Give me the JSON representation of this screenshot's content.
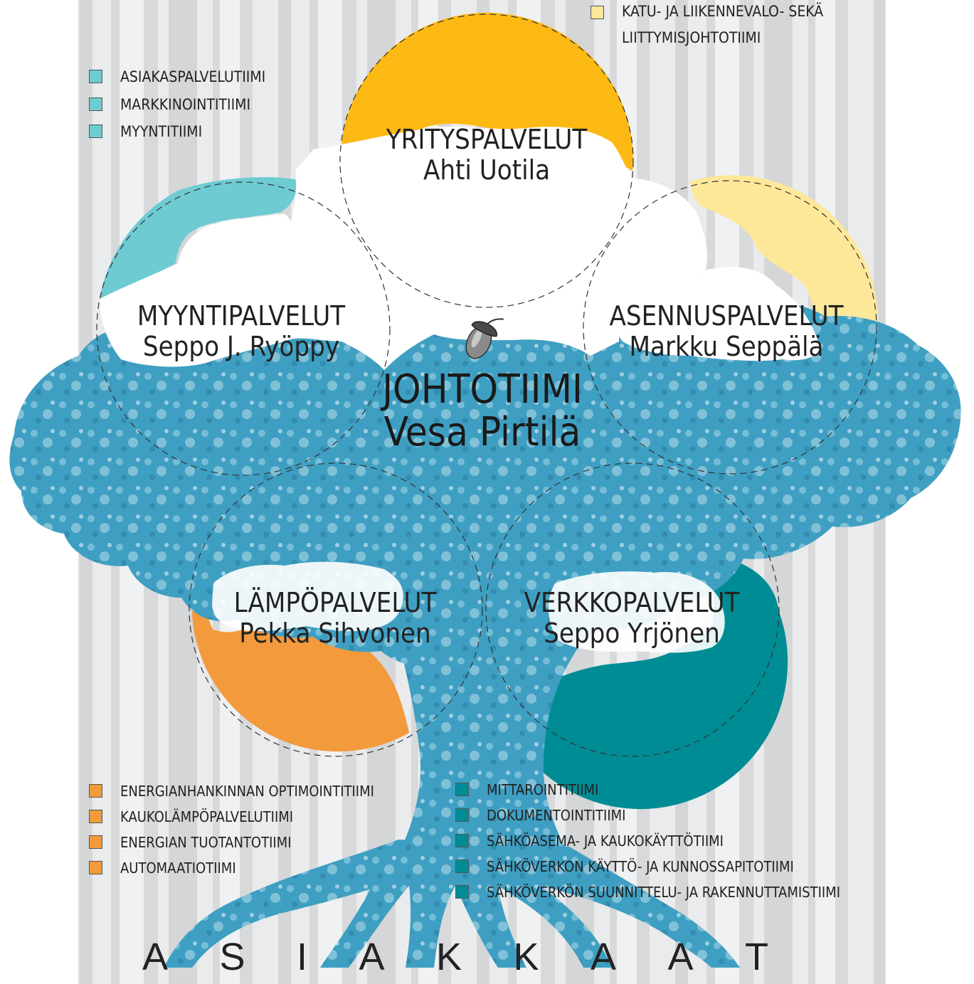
{
  "core": {
    "title": "JOHTOTIIMI",
    "name": "Vesa Pirtilä"
  },
  "units": [
    {
      "id": "yrityspalvelut",
      "title": "YRITYSPALVELUT",
      "name": "Ahti Uotila",
      "color": "#FDB913"
    },
    {
      "id": "myyntipalvelut",
      "title": "MYYNTIPALVELUT",
      "name": "Seppo J. Ryöppy",
      "color": "#6ECBD2"
    },
    {
      "id": "asennuspalvelut",
      "title": "ASENNUSPALVELUT",
      "name": "Markku Seppälä",
      "color": "#FDE89A"
    },
    {
      "id": "lampopalvelut",
      "title": "LÄMPÖPALVELUT",
      "name": "Pekka Sihvonen",
      "color": "#F39A3C"
    },
    {
      "id": "verkkopalvelut",
      "title": "VERKKOPALVELUT",
      "name": "Seppo Yrjönen",
      "color": "#008C95"
    }
  ],
  "legends": {
    "asennus": {
      "color": "#FDE89A",
      "items": [
        "KATU- JA LIIKENNEVALO- SEKÄ LIITTYMISJOHTOTIIMI"
      ]
    },
    "myynti": {
      "color": "#6ECBD2",
      "items": [
        "ASIAKASPALVELUTIIMI",
        "MARKKINOINTITIIMI",
        "MYYNTITIIMI"
      ]
    },
    "lampo": {
      "color": "#F39A3C",
      "items": [
        "ENERGIANHANKINNAN OPTIMOINTITIIMI",
        "KAUKOLÄMPÖPALVELUTIIMI",
        "ENERGIAN TUOTANTOTIIMI",
        "AUTOMAATIOTIIMI"
      ]
    },
    "verkko": {
      "color": "#008C95",
      "items": [
        "MITTAROINTITIIMI",
        "DOKUMENTOINTITIIMI",
        "SÄHKÖASEMA- JA KAUKOKÄYTTÖTIIMI",
        "SÄHKÖVERKON KÄYTTÖ- JA KUNNOSSAPITOTIIMI",
        "SÄHKÖVERKÖN SUUNNITTELU- JA RAKENNUTTAMISTIIMI"
      ]
    }
  },
  "bottom_text": [
    "A",
    "S",
    "I",
    "A",
    "K",
    "K",
    "A",
    "A",
    "T"
  ],
  "colors": {
    "background_stripes": "#D9DADC",
    "tree": "#3E9FC2",
    "tree_light": "#8FCBE0",
    "cloud": "#FFFFFF"
  }
}
